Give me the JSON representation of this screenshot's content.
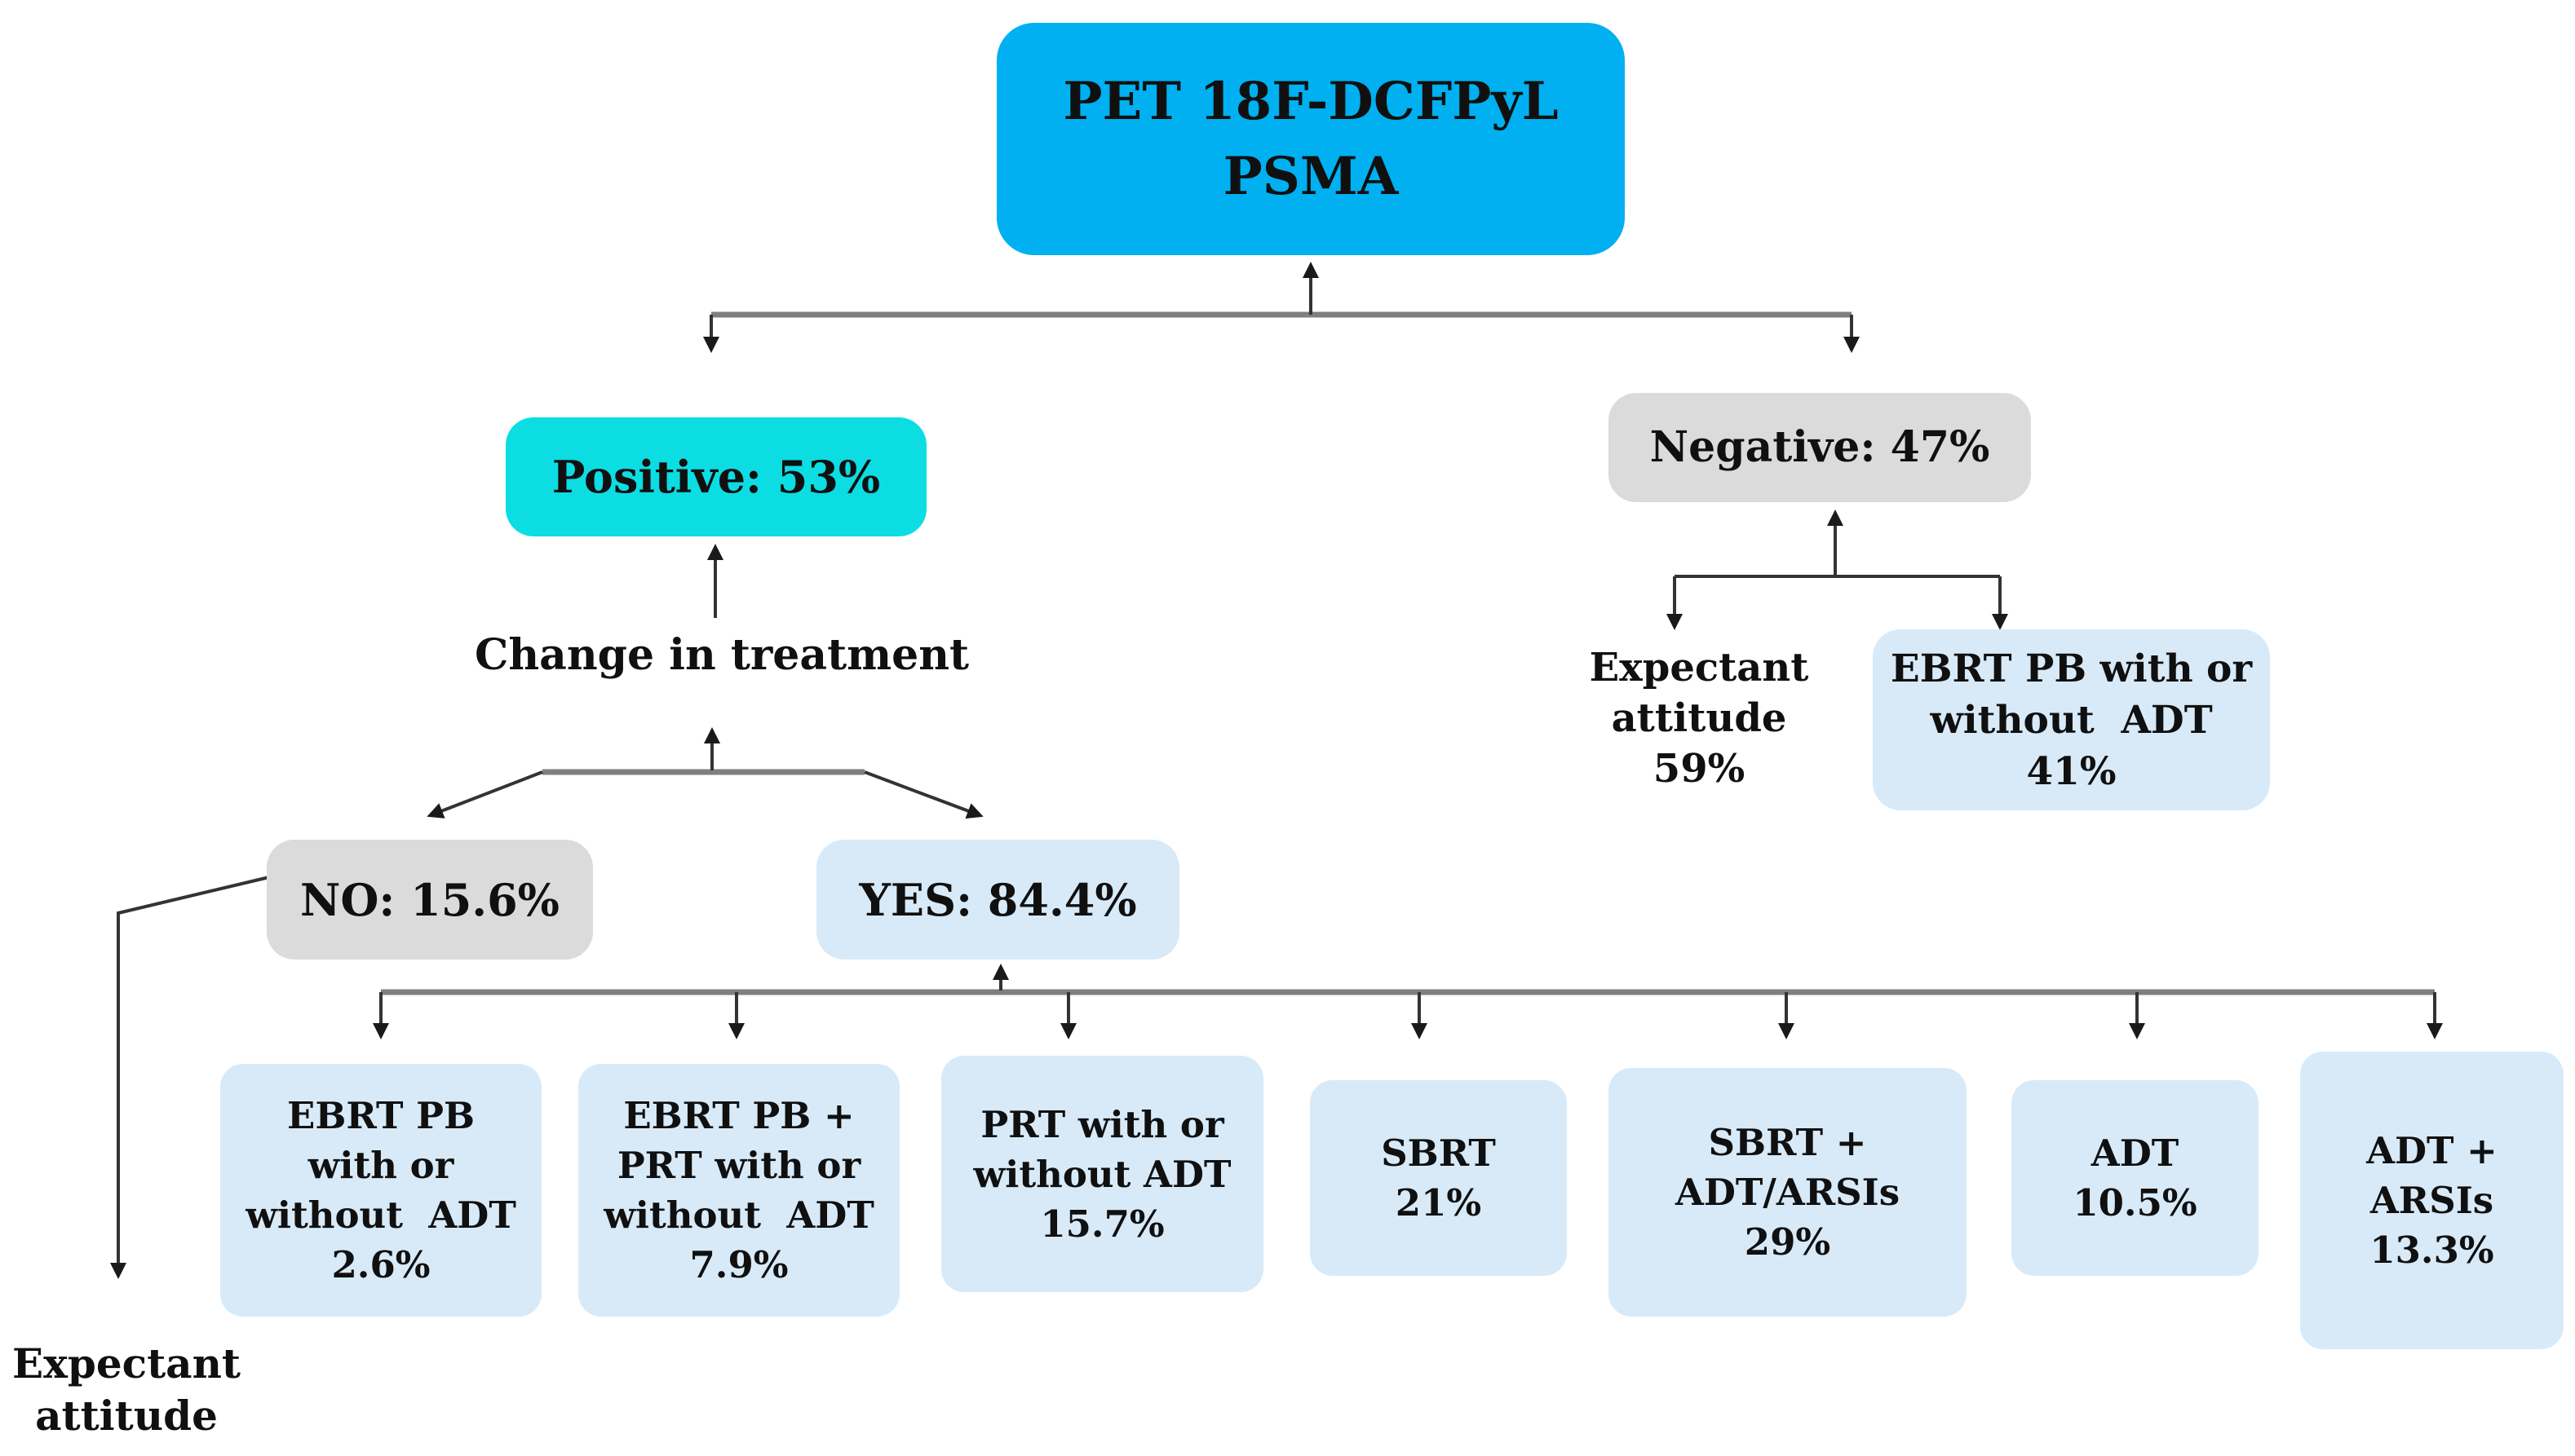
{
  "figure": {
    "title": "PET 18F-DCFPyL PSMA treatment decision flowchart"
  },
  "colors": {
    "root": "#00B0F0",
    "positive": "#0BDDE3",
    "gray": "#DBDBDB",
    "light_blue": "#D8EAF8",
    "text": "#101010",
    "line": "#333333",
    "bar": "#7f7f7f",
    "arrow": "#1a1a1a"
  },
  "nodes": {
    "root": {
      "lines": [
        "PET 18F-DCFPyL",
        "PSMA"
      ]
    },
    "positive": {
      "label": "Positive: 53%"
    },
    "negative": {
      "label": "Negative: 47%"
    },
    "change": {
      "label": "Change in treatment"
    },
    "expectant_negative": {
      "lines": [
        "Expectant",
        "attitude",
        "59%"
      ]
    },
    "ebrt_negative": {
      "lines": [
        "EBRT PB with or",
        "without  ADT",
        "41%"
      ]
    },
    "no": {
      "label": "NO: 15.6%"
    },
    "yes": {
      "label": "YES: 84.4%"
    },
    "expectant_no": {
      "lines": [
        "Expectant",
        "attitude"
      ]
    },
    "treatments": [
      {
        "lines": [
          "EBRT PB",
          "with or",
          "without  ADT",
          "2.6%"
        ]
      },
      {
        "lines": [
          "EBRT PB +",
          "PRT with or",
          "without  ADT",
          "7.9%"
        ]
      },
      {
        "lines": [
          "PRT with or",
          "without ADT",
          "15.7%"
        ]
      },
      {
        "lines": [
          "SBRT",
          "21%"
        ]
      },
      {
        "lines": [
          "SBRT +",
          "ADT/ARSIs",
          "29%"
        ]
      },
      {
        "lines": [
          "ADT",
          "10.5%"
        ]
      },
      {
        "lines": [
          "ADT +",
          "ARSIs",
          "13.3%"
        ]
      }
    ]
  }
}
